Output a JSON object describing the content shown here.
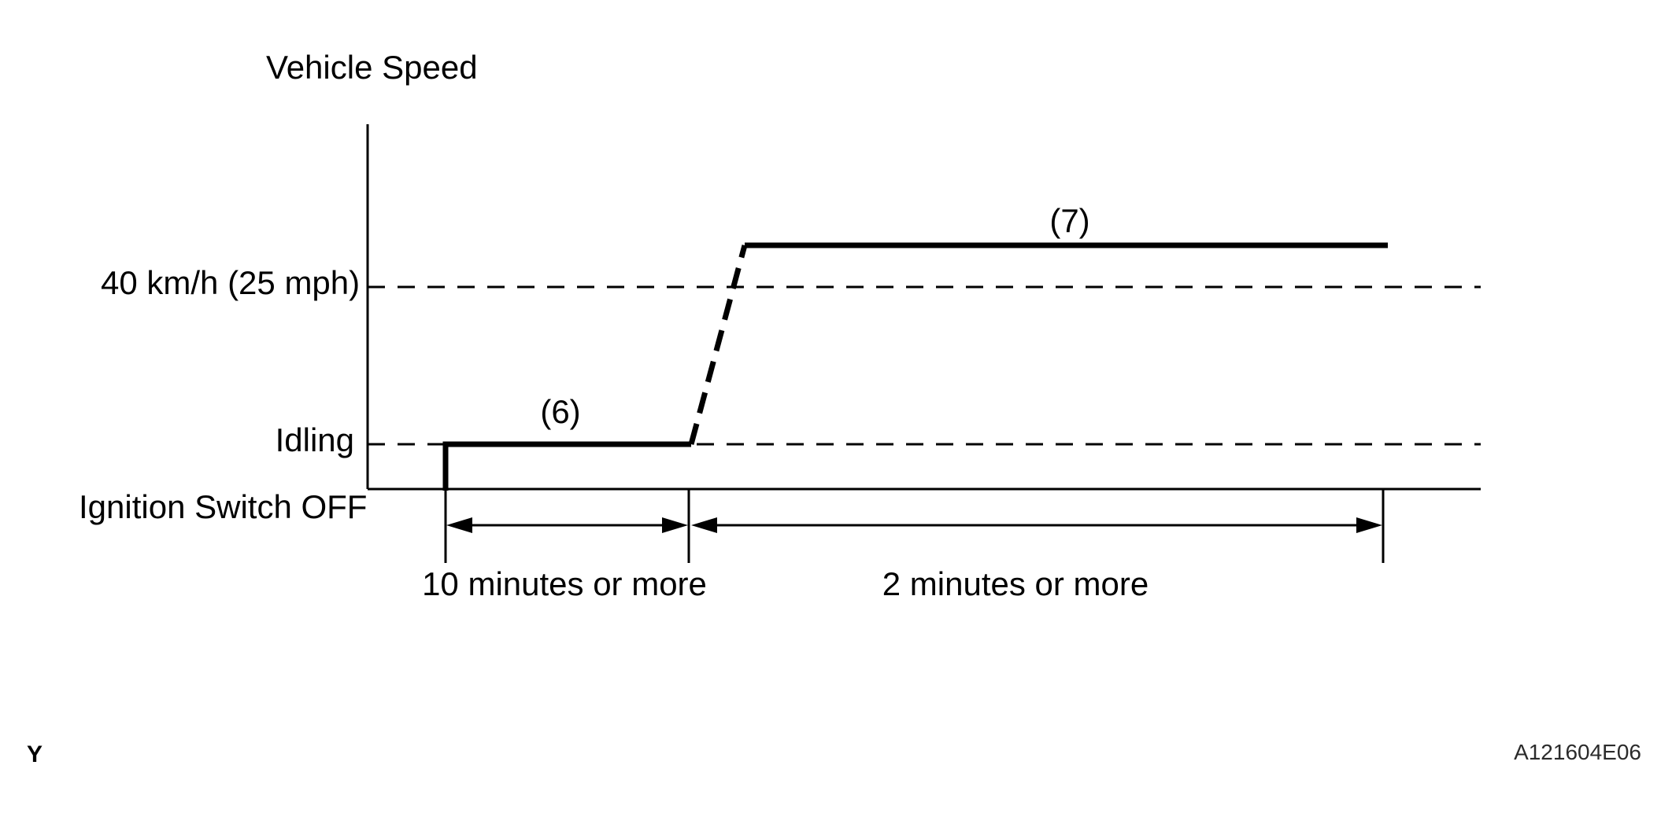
{
  "figure": {
    "title": "Vehicle Speed",
    "axis": {
      "speed_threshold_label": "40 km/h (25 mph)",
      "idling_label": "Idling",
      "ignition_off_label": "Ignition Switch OFF"
    },
    "phases": {
      "idle_phase_label": "(6)",
      "cruise_phase_label": "(7)",
      "idle_duration": "10 minutes or more",
      "cruise_duration": "2 minutes or more"
    },
    "sequence": [
      {
        "phase": "(6)",
        "level": "Idling",
        "duration": "10 minutes or more",
        "line_style": "solid"
      },
      {
        "phase": "acceleration",
        "from_level": "Idling",
        "to_level": "above 40 km/h (25 mph)",
        "line_style": "dashed"
      },
      {
        "phase": "(7)",
        "level": "above 40 km/h (25 mph)",
        "duration": "2 minutes or more",
        "line_style": "solid"
      }
    ],
    "footer": {
      "page_marker": "Y",
      "figure_code": "A121604E06"
    },
    "colors": {
      "line": "#000000",
      "background": "#ffffff",
      "figure_code_text": "#2b2b2b"
    }
  }
}
